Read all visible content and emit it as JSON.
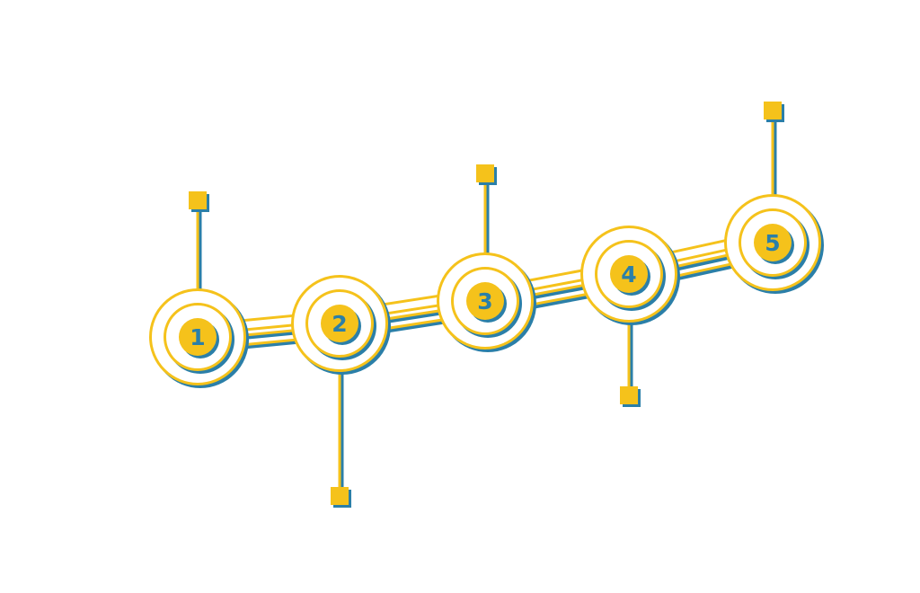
{
  "colors": {
    "accent": "#F5C21B",
    "secondary": "#2B7FA8",
    "background": "#FFFFFF"
  },
  "steps": [
    {
      "number": "1",
      "connector": "up"
    },
    {
      "number": "2",
      "connector": "down"
    },
    {
      "number": "3",
      "connector": "up"
    },
    {
      "number": "4",
      "connector": "down"
    },
    {
      "number": "5",
      "connector": "up"
    }
  ]
}
